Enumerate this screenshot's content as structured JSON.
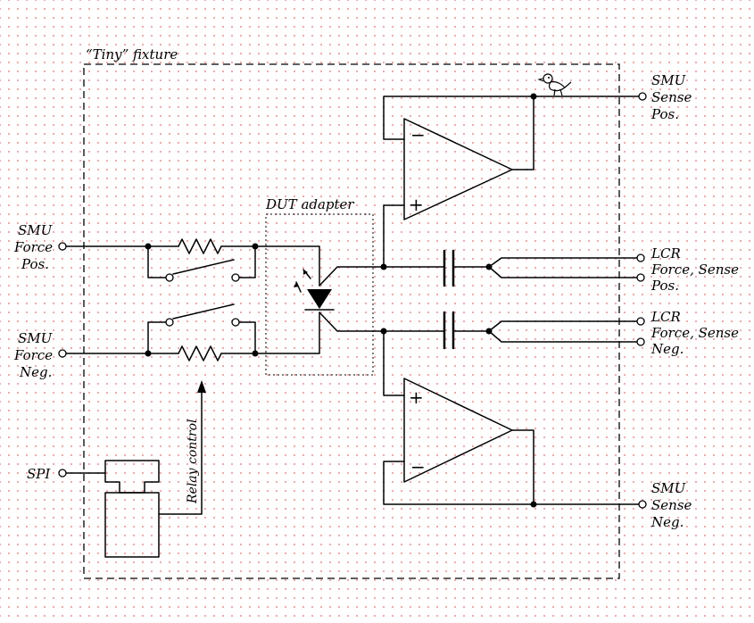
{
  "fixture": {
    "title": "“Tiny” fixture"
  },
  "dut_adapter": {
    "title": "DUT adapter"
  },
  "relay": {
    "control_label": "Relay control"
  },
  "terminals": {
    "smu_force_pos": [
      "SMU",
      "Force",
      "Pos."
    ],
    "smu_force_neg": [
      "SMU",
      "Force",
      "Neg."
    ],
    "spi": [
      "SPI"
    ],
    "smu_sense_pos": [
      "SMU",
      "Sense",
      "Pos."
    ],
    "lcr_pos": [
      "LCR",
      "Force, Sense",
      "Pos."
    ],
    "lcr_neg": [
      "LCR",
      "Force, Sense",
      "Neg."
    ],
    "smu_sense_neg": [
      "SMU",
      "Sense",
      "Neg."
    ]
  },
  "opamps": {
    "top": {
      "inverting": "−",
      "non_inverting": "+"
    },
    "bottom": {
      "inverting": "−",
      "non_inverting": "+"
    }
  },
  "colors": {
    "line": "#000000",
    "grid_dot": "#e9a9a9",
    "background": "#ffffff"
  },
  "icons": {
    "bird": "bird-icon"
  }
}
